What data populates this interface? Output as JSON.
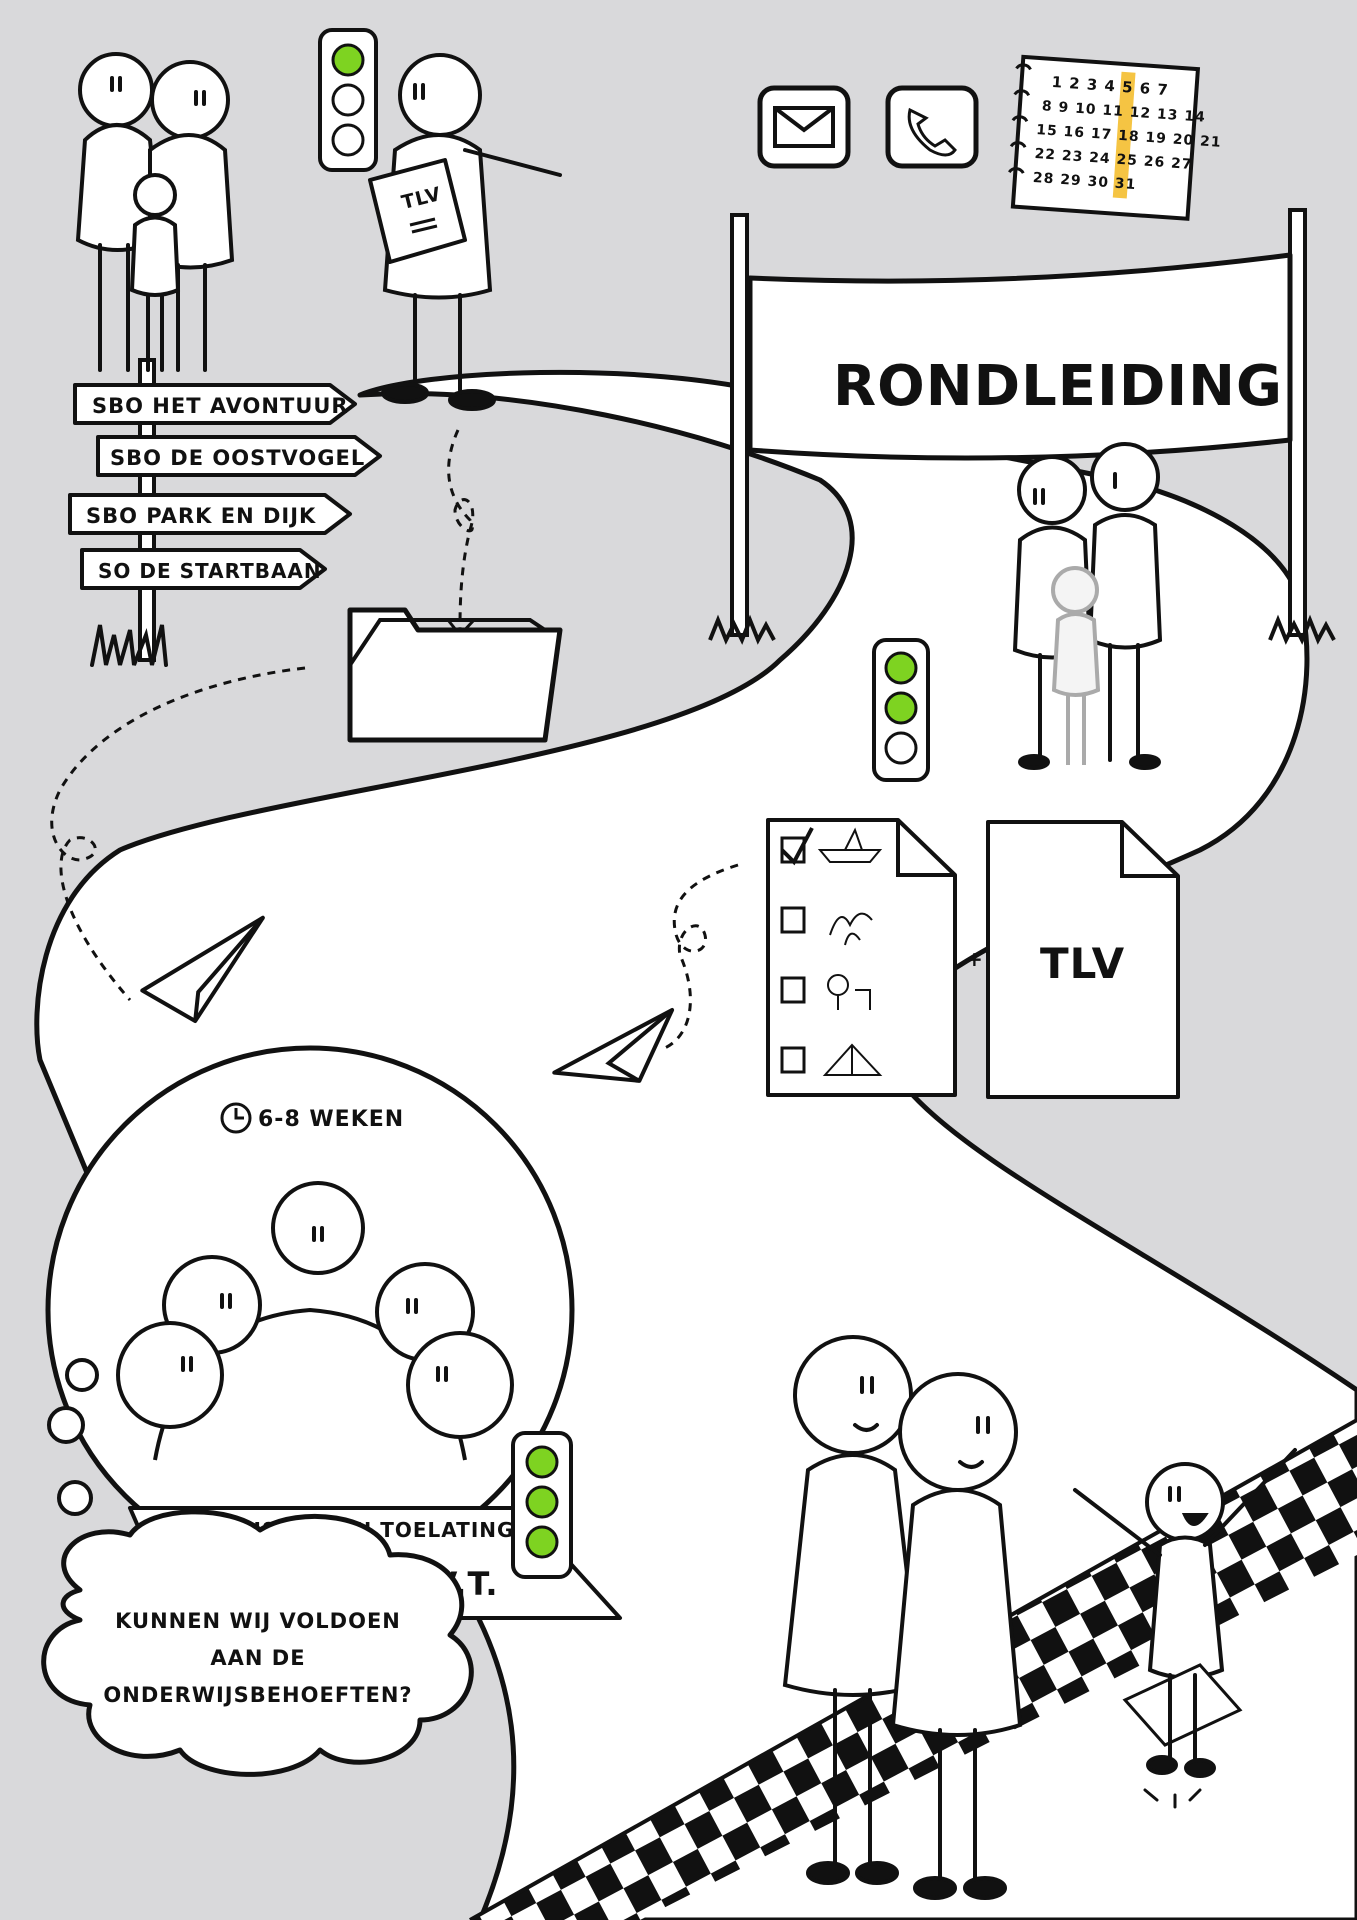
{
  "signposts": [
    {
      "label": "SBO HET AVONTUUR"
    },
    {
      "label": "SBO DE OOSTVOGEL"
    },
    {
      "label": "SBO PARK EN DIJK"
    },
    {
      "label": "SO DE STARTBAAN"
    }
  ],
  "clipboard_label": "TLV",
  "calendar": {
    "rows": [
      "1 2 3 4 5 6 7",
      "8 9 10 11 12 13 14",
      "15 16 17 18 19 20 21",
      "22 23 24 25 26 27",
      "28 29 30 31"
    ]
  },
  "banner": {
    "title": "RONDLEIDING"
  },
  "documents": {
    "plus": "+",
    "tlv_label": "TLV"
  },
  "meeting": {
    "duration": "6-8 WEKEN",
    "committee": "COMMISSIE VAN TOELATING",
    "committee_abbr": "C.V.T."
  },
  "thought": {
    "lines": [
      "KUNNEN WIJ VOLDOEN",
      "AAN DE",
      "ONDERWIJSBEHOEFTEN?"
    ]
  },
  "icons": [
    "envelope-icon",
    "phone-icon",
    "calendar-icon",
    "traffic-light-icon",
    "folder-icon",
    "paper-plane-icon",
    "clock-icon"
  ],
  "colors": {
    "light_green": "#7ed321",
    "highlight": "#f5c443",
    "road": "#ffffff",
    "background": "#d9d9db"
  }
}
